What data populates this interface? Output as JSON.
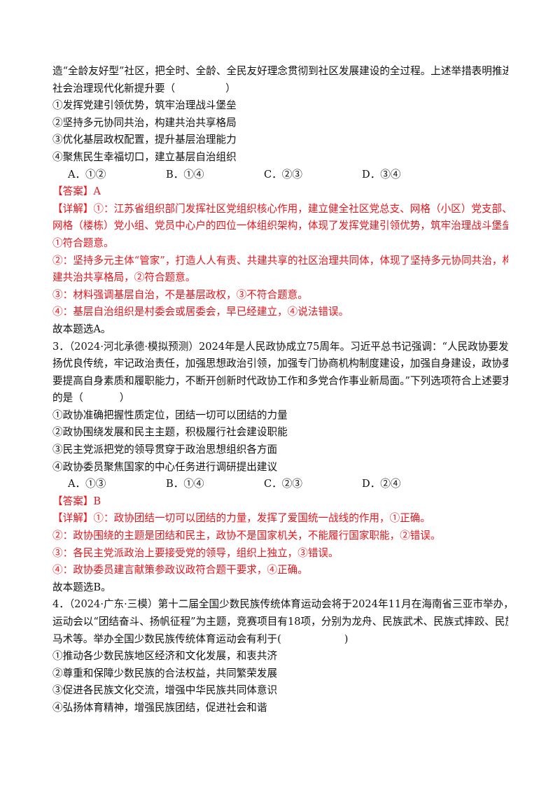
{
  "q2": {
    "stem_l1": "造“全龄友好型”社区，把全时、全龄、全民友好理念贯彻到社区发展建设的全过程。上述举措表明推进",
    "stem_l2": "社会治理现代化新提升要（",
    "stem_l2_end": "）",
    "items": [
      "①发挥党建引领优势，筑牢治理战斗堡垒",
      "②坚持多元协同共治，构建共治共享格局",
      "③优化基层政权配置，提升基层治理能力",
      "④聚焦民生幸福切口，建立基层自治组织"
    ],
    "options": [
      "A．①②",
      "B．①④",
      "C．②③",
      "D．③④"
    ],
    "answer": "【答案】A",
    "explain": [
      "【详解】①：江苏省组织部门发挥社区党组织核心作用，建立健全社区党总支、网格（小区）党支部、微",
      "网格（楼栋）党小组、党员中心户的四位一体组织架构，体现了发挥党建引领优势，筑牢治理战斗堡垒，",
      "①符合题意。",
      "②：坚持多元主体“管家”，打造人人有责、共建共享的社区治理共同体，体现了坚持多元协同共治，构",
      "建共治共享格局，②符合题意。",
      "③：材料强调基层自治，不是基层政权，③不符合题意。",
      "④：基层自治组织是村委会或居委会，早已经建立，④说法错误。"
    ],
    "conclusion": "故本题选A。"
  },
  "q3": {
    "number": "3．",
    "source": "（2024·河北承德·模拟预测）",
    "stem_l1_rest": "2024年是人民政协成立75周年。习近平总书记强调：“人民政协要发",
    "stem_l2": "扬优良传统，牢记政治责任，加强思想政治引领，加强专门协商机构制度建设，加强自身建设，政协委员",
    "stem_l3": "要提高自身素质和履职能力，不断开创新时代政协工作和多党合作事业新局面。”下列选项符合上述要求",
    "stem_l4": "的是（",
    "stem_l4_end": "）",
    "items": [
      "①政协准确把握性质定位，团结一切可以团结的力量",
      "②政协围绕发展和民主主题，积极履行社会建设职能",
      "③民主党派把党的领导贯穿于政治思想组织各方面",
      "④政协委员聚焦国家的中心任务进行调研提出建议"
    ],
    "options": [
      "A．①③",
      "B．①④",
      "C．②③",
      "D．②④"
    ],
    "answer": "【答案】B",
    "explain": [
      "【详解】①：政协团结一切可以团结的力量，发挥了爱国统一战线的作用，①正确。",
      "②：政协围绕的主题是团结和民主，政协不是国家机关，不能履行国家职能，②错误。",
      "③：各民主党派政治上要接受党的领导，组织上独立，③错误。",
      "④：政协委员建言献策参政议政符合题干要求，④正确。"
    ],
    "conclusion": "故本题选B。"
  },
  "q4": {
    "number": "4．",
    "source": "（2024·广东·三模）",
    "stem_l1_rest": "第十二届全国少数民族传统体育运动会将于2024年11月在海南省三亚市举办，",
    "stem_l2": "运动会以“团结奋斗、扬帆征程”为主题，竞赛项目有18项，分别为龙舟、民族武术、民族式摔跤、民族",
    "stem_l3": "马术等。举办全国少数民族传统体育运动会有利于(",
    "stem_l3_end": ")",
    "items": [
      "①推动各少数民族地区经济和文化发展，和衷共济",
      "②尊重和保障少数民族的合法权益，共同繁荣发展",
      "③促进各民族文化交流，增强中华民族共同体意识",
      "④弘扬体育精神，增强民族团结，促进社会和谐"
    ]
  }
}
